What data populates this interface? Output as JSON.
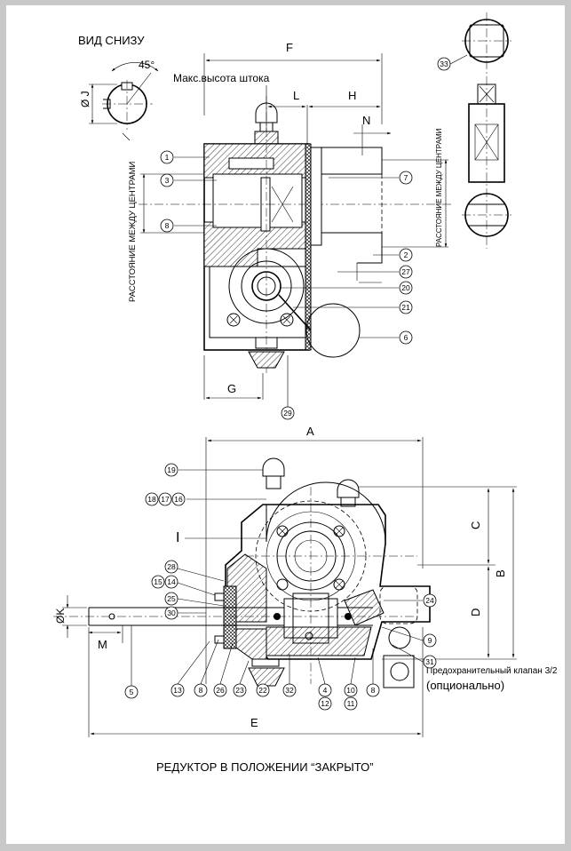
{
  "titles": {
    "bottom_view": "ВИД СНИЗУ",
    "angle": "45°",
    "max_stem_height": "Макс.высота штока",
    "center_distance_left": "РАССТОЯНИЕ МЕЖДУ ЦЕНТРАМИ",
    "center_distance_right": "РАССТОЯНИЕ МЕЖДУ ЦЕНТРАМИ",
    "relief_valve": "Предохранительный клапан 3/2",
    "optional": "(опционально)",
    "caption": "РЕДУКТОР В ПОЛОЖЕНИИ “ЗАКРЫТО”"
  },
  "dims": {
    "F": "F",
    "L": "L",
    "H": "H",
    "N": "N",
    "G": "G",
    "J": "Ø J",
    "A": "A",
    "B": "B",
    "C": "C",
    "D": "D",
    "E": "E",
    "K": "ØK",
    "M": "M",
    "I": "I"
  },
  "callouts_top": [
    "1",
    "3",
    "8",
    "7",
    "2",
    "27",
    "20",
    "21",
    "6",
    "29",
    "33"
  ],
  "callouts_bottom": [
    "19",
    "18",
    "17",
    "16",
    "28",
    "15",
    "14",
    "25",
    "30",
    "24",
    "9",
    "31",
    "5",
    "13",
    "8",
    "26",
    "23",
    "22",
    "32",
    "4",
    "12",
    "10",
    "11",
    "8"
  ]
}
